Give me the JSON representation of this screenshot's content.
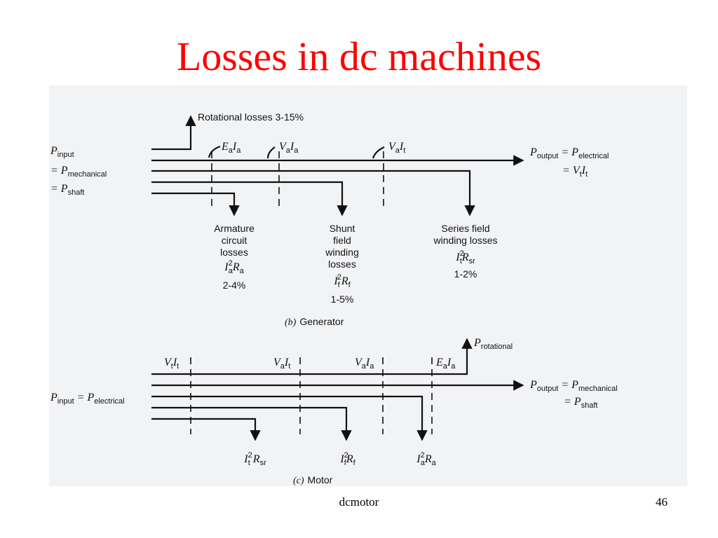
{
  "slide": {
    "title": "Losses in dc machines",
    "footer_text": "dcmotor",
    "page_number": "46"
  },
  "generator": {
    "input_line1": "P",
    "input_line1_sub": "input",
    "input_line2": "= P",
    "input_line2_sub": "mechanical",
    "input_line3": "= P",
    "input_line3_sub": "shaft",
    "rotational_losses": "Rotational losses 3-15%",
    "tap_points": [
      {
        "label": "E",
        "sub1": "a",
        "mid": "I",
        "sub2": "a"
      },
      {
        "label": "V",
        "sub1": "a",
        "mid": "I",
        "sub2": "a"
      },
      {
        "label": "V",
        "sub1": "a",
        "mid": "I",
        "sub2": "t"
      }
    ],
    "output_line1": "P",
    "output_line1_sub": "output",
    "output_line1_eq": "= P",
    "output_line1_eq_sub": "electrical",
    "output_line2": "= V",
    "output_line2_sub": "t",
    "output_line2_tail": "I",
    "output_line2_tail_sub": "t",
    "losses": [
      {
        "lines": [
          "Armature",
          "circuit",
          "losses"
        ],
        "formula": "I",
        "formula_sup": "2",
        "formula_sub": "a",
        "formula_r": "R",
        "formula_r_sub": "a",
        "percent": "2-4%"
      },
      {
        "lines": [
          "Shunt",
          "field",
          "winding",
          "losses"
        ],
        "formula": "I",
        "formula_sub": "f",
        "formula_sup": "2",
        "formula_r": "R",
        "formula_r_sub": "f",
        "percent": "1-5%"
      },
      {
        "lines": [
          "Series field",
          "winding losses"
        ],
        "formula": "I",
        "formula_sup": "2",
        "formula_sub": "t",
        "formula_r": "R",
        "formula_r_sub": "sr",
        "percent": "1-2%"
      }
    ],
    "caption_prefix": "(b)",
    "caption": "Generator"
  },
  "motor": {
    "input": "P",
    "input_sub": "input",
    "input_eq": "= P",
    "input_eq_sub": "electrical",
    "rotational": "P",
    "rotational_sub": "rotational",
    "tap_points": [
      {
        "label": "V",
        "sub1": "t",
        "mid": "I",
        "sub2": "t"
      },
      {
        "label": "V",
        "sub1": "a",
        "mid": "I",
        "sub2": "t"
      },
      {
        "label": "V",
        "sub1": "a",
        "mid": "I",
        "sub2": "a"
      },
      {
        "label": "E",
        "sub1": "a",
        "mid": "I",
        "sub2": "a"
      }
    ],
    "output_line1": "P",
    "output_line1_sub": "output",
    "output_line1_eq": "= P",
    "output_line1_eq_sub": "mechanical",
    "output_line2": "= P",
    "output_line2_sub": "shaft",
    "losses": [
      {
        "formula": "I",
        "formula_sup": "2",
        "formula_sub": "t",
        "formula_r": "R",
        "formula_r_sub": "sr"
      },
      {
        "formula": "I",
        "formula_sup": "2",
        "formula_sub": "f",
        "formula_r": "R",
        "formula_r_sub": "f"
      },
      {
        "formula": "I",
        "formula_sup": "2",
        "formula_sub": "a",
        "formula_r": "R",
        "formula_r_sub": "a"
      }
    ],
    "caption_prefix": "(c)",
    "caption": "Motor"
  }
}
